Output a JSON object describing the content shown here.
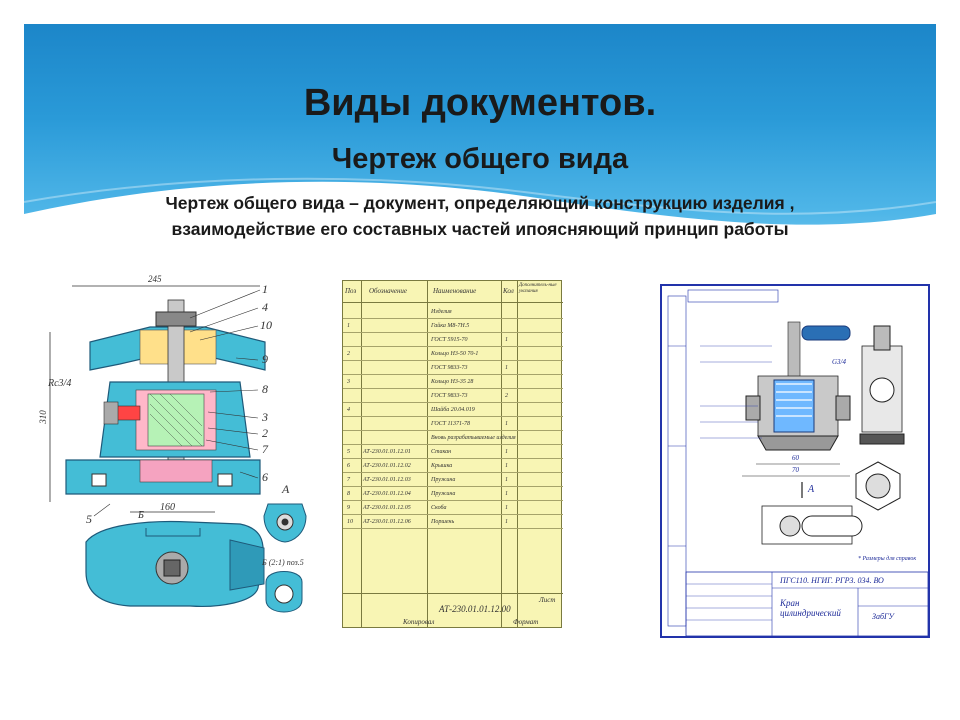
{
  "slide": {
    "title": "Виды документов.",
    "subtitle": "Чертеж общего вида",
    "definition_line1": "Чертеж общего вида – документ, определяющий конструкцию изделия ,",
    "definition_line2": "взаимодействие  его составных частей ипоясняющий принцип работы"
  },
  "assembly_drawing": {
    "dim_top": "245",
    "dim_left": "310",
    "dim_bottom": "160",
    "thread_label": "Rc3/4",
    "callouts": [
      "1",
      "4",
      "10",
      "9",
      "8",
      "3",
      "2",
      "7",
      "6",
      "5"
    ],
    "view_a": "А",
    "view_b": "Б",
    "detail_label": "Б (2:1) поз.5"
  },
  "specification": {
    "headers": [
      "Поз",
      "Обозначение",
      "Наименование",
      "Кол",
      "Дополнитель-ные указания"
    ],
    "rows": [
      {
        "pos": "",
        "code": "",
        "name": "Изделия",
        "qty": ""
      },
      {
        "pos": "1",
        "code": "",
        "name": "Гайка М8-7Н.5",
        "qty": ""
      },
      {
        "pos": "",
        "code": "",
        "name": "ГОСТ 5915-70",
        "qty": "1"
      },
      {
        "pos": "2",
        "code": "",
        "name": "Кольцо Н3-50 70-1",
        "qty": ""
      },
      {
        "pos": "",
        "code": "",
        "name": "ГОСТ 9833-73",
        "qty": "1"
      },
      {
        "pos": "3",
        "code": "",
        "name": "Кольцо Н3-35 28",
        "qty": ""
      },
      {
        "pos": "",
        "code": "",
        "name": "ГОСТ 9833-73",
        "qty": "2"
      },
      {
        "pos": "4",
        "code": "",
        "name": "Шайба 20.04.019",
        "qty": ""
      },
      {
        "pos": "",
        "code": "",
        "name": "ГОСТ 11371-78",
        "qty": "1"
      },
      {
        "pos": "",
        "code": "",
        "name": "Вновь разрабатываемые изделия",
        "qty": ""
      },
      {
        "pos": "5",
        "code": "АТ-230.01.01.12.01",
        "name": "Стакан",
        "qty": "1"
      },
      {
        "pos": "6",
        "code": "АТ-230.01.01.12.02",
        "name": "Крышка",
        "qty": "1"
      },
      {
        "pos": "7",
        "code": "АТ-230.01.01.12.03",
        "name": "Пружина",
        "qty": "1"
      },
      {
        "pos": "8",
        "code": "АТ-230.01.01.12.04",
        "name": "Пружина",
        "qty": "1"
      },
      {
        "pos": "9",
        "code": "АТ-230.01.01.12.05",
        "name": "Скоба",
        "qty": "1"
      },
      {
        "pos": "10",
        "code": "АТ-230.01.01.12.06",
        "name": "Поршень",
        "qty": "1"
      }
    ],
    "footer_code": "АТ-230.01.01.12.00",
    "footer_sheet": "Лист",
    "footer_copied": "Копировал",
    "footer_format": "Формат"
  },
  "valve_drawing": {
    "stamp_code": "ПГС110. НГИГ. РГР3. 034. ВО",
    "stamp_name": "Кран цилиндрический",
    "stamp_org": "ЗабГУ",
    "dim_60": "60",
    "dim_70": "70",
    "dim_g34": "G3/4",
    "note": "* Размеры для справок",
    "view_a": "А"
  },
  "colors": {
    "header_blue": "#2a9ad8",
    "text": "#1a1a1a",
    "spec_paper": "#f8f5b4",
    "frame_blue": "#2233aa"
  }
}
